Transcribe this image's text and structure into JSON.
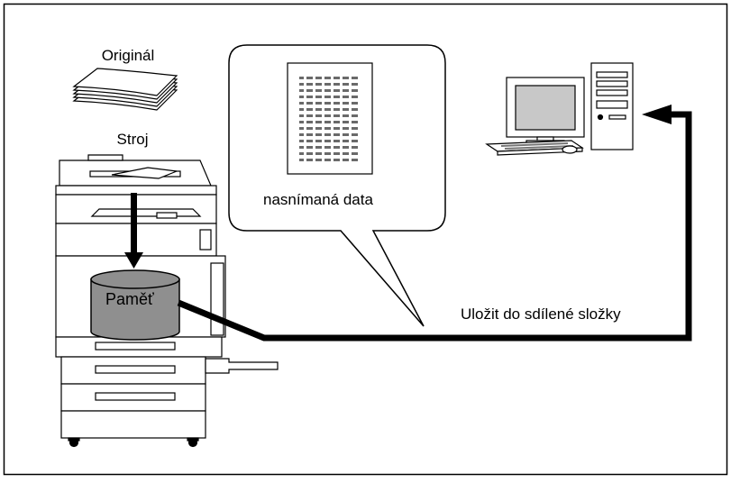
{
  "labels": {
    "original": "Originál",
    "machine": "Stroj",
    "scanned_data": "nasnímaná data",
    "memory": "Paměť",
    "save_to_shared_folder": "Uložit do sdílené složky"
  },
  "icons": {
    "original": "paper-stack-icon",
    "machine": "multifunction-printer-icon",
    "computer": "desktop-computer-icon",
    "document": "document-page-icon",
    "memory": "storage-cylinder-icon"
  },
  "colors": {
    "frame": "#000000",
    "memory_fill": "#8f8f8f",
    "monitor_screen": "#c8c8c8",
    "background": "#ffffff"
  }
}
